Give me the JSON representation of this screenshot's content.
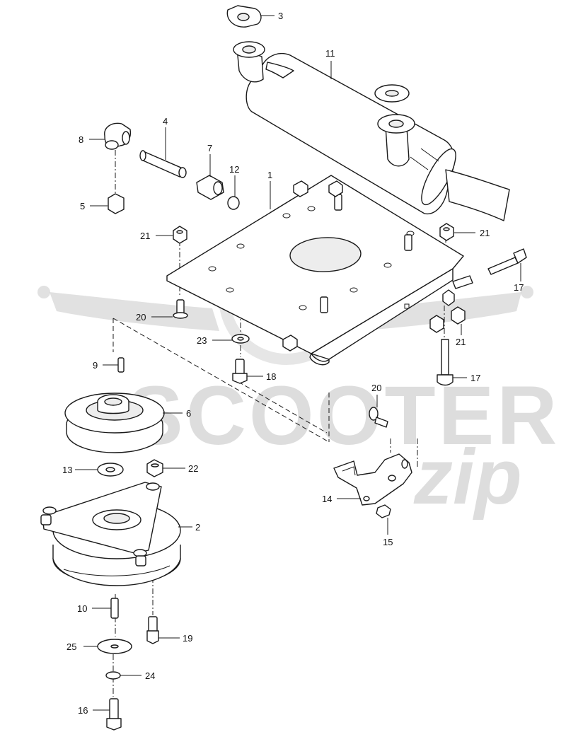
{
  "watermark": {
    "brand": "SCOOTER",
    "script": "zip"
  },
  "callouts": [
    {
      "id": "c3",
      "label": "3"
    },
    {
      "id": "c11",
      "label": "11"
    },
    {
      "id": "c4",
      "label": "4"
    },
    {
      "id": "c8",
      "label": "8"
    },
    {
      "id": "c7",
      "label": "7"
    },
    {
      "id": "c12",
      "label": "12"
    },
    {
      "id": "c1",
      "label": "1"
    },
    {
      "id": "c5",
      "label": "5"
    },
    {
      "id": "c21a",
      "label": "21"
    },
    {
      "id": "c21b",
      "label": "21"
    },
    {
      "id": "c17a",
      "label": "17"
    },
    {
      "id": "c20a",
      "label": "20"
    },
    {
      "id": "c21c",
      "label": "21"
    },
    {
      "id": "c23",
      "label": "23"
    },
    {
      "id": "c9",
      "label": "9"
    },
    {
      "id": "c18",
      "label": "18"
    },
    {
      "id": "c17b",
      "label": "17"
    },
    {
      "id": "c6",
      "label": "6"
    },
    {
      "id": "c20b",
      "label": "20"
    },
    {
      "id": "c13",
      "label": "13"
    },
    {
      "id": "c22",
      "label": "22"
    },
    {
      "id": "c14",
      "label": "14"
    },
    {
      "id": "c2",
      "label": "2"
    },
    {
      "id": "c15",
      "label": "15"
    },
    {
      "id": "c10",
      "label": "10"
    },
    {
      "id": "c19",
      "label": "19"
    },
    {
      "id": "c25",
      "label": "25"
    },
    {
      "id": "c24",
      "label": "24"
    },
    {
      "id": "c16",
      "label": "16"
    }
  ]
}
